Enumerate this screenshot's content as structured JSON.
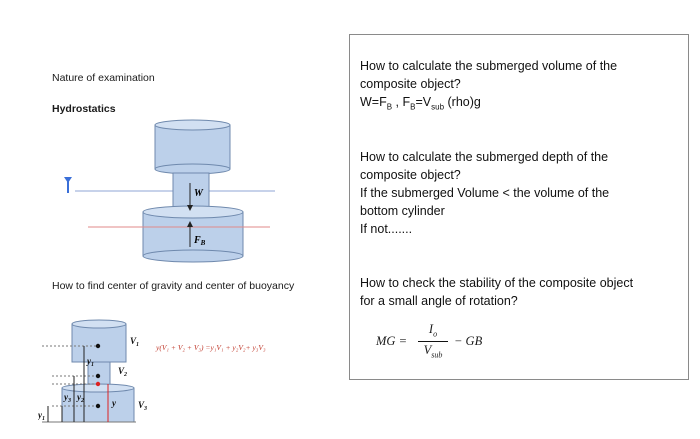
{
  "left": {
    "nature_label": "Nature of examination",
    "topic": "Hydrostatics",
    "cog_question": "How to find center of gravity and center of buoyancy",
    "diagram1": {
      "w_label": "W",
      "fb_label": "F",
      "fb_sub": "B"
    },
    "diagram2": {
      "v1": "V",
      "v1_sub": "1",
      "v2": "V",
      "v2_sub": "2",
      "v3": "V",
      "v3_sub": "3",
      "y1": "y",
      "y1_sub": "1",
      "y2": "y",
      "y2_sub": "2",
      "y3": "y",
      "y3_sub": "3",
      "y": "y",
      "y1_bottom": "y",
      "y1_bottom_sub": "1",
      "equation": "y(V₁ + V₂ + V₃) =y₁V₁ + y₂V₂+ y₃V₃"
    }
  },
  "right": {
    "q1_line1": "How to calculate the submerged volume of the",
    "q1_line2": "composite object?",
    "q1_eq_a": "W=F",
    "q1_eq_a_sub": "B",
    "q1_eq_sep": " ,  F",
    "q1_eq_b_sub": "B",
    "q1_eq_c": "=V",
    "q1_eq_c_sub": "sub",
    "q1_eq_d": " (rho)g",
    "q2_line1": "How to calculate the submerged depth of the",
    "q2_line2": "composite object?",
    "q2_line3": "If the submerged Volume < the volume of the",
    "q2_line4": "bottom cylinder",
    "q2_line5": "If not.......",
    "q3_line1": "How to check the stability of the composite object",
    "q3_line2": "for a small angle of rotation?",
    "formula": {
      "lhs": "MG =",
      "num": "I",
      "num_sub": "o",
      "den": "V",
      "den_sub": "sub",
      "rhs": "− GB"
    }
  },
  "colors": {
    "cylinder_fill": "#bcd0ea",
    "cylinder_stroke": "#6f89ad",
    "water_line": "#8fa6d6",
    "red_line": "#e08a8a",
    "marker": "#3a6fd8"
  }
}
